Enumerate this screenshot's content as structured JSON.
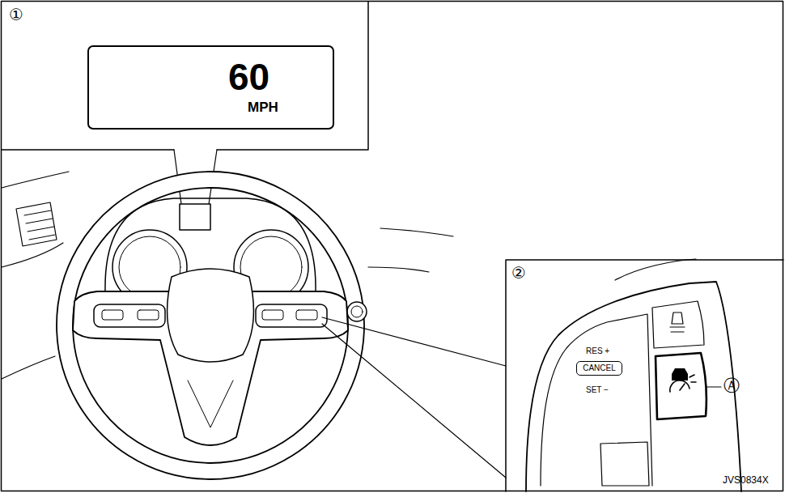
{
  "diagram": {
    "nodes": [
      {
        "text": [
          "①"
        ]
      },
      {
        "text": [
          "60",
          "MPH"
        ],
        "in": 0
      },
      {
        "text": [
          "②"
        ]
      },
      {
        "text": [
          "CANCEL"
        ],
        "in": 2
      }
    ],
    "labels": [
      "RES +",
      "SET −",
      "Ⓐ",
      "JVS0834X"
    ]
  }
}
